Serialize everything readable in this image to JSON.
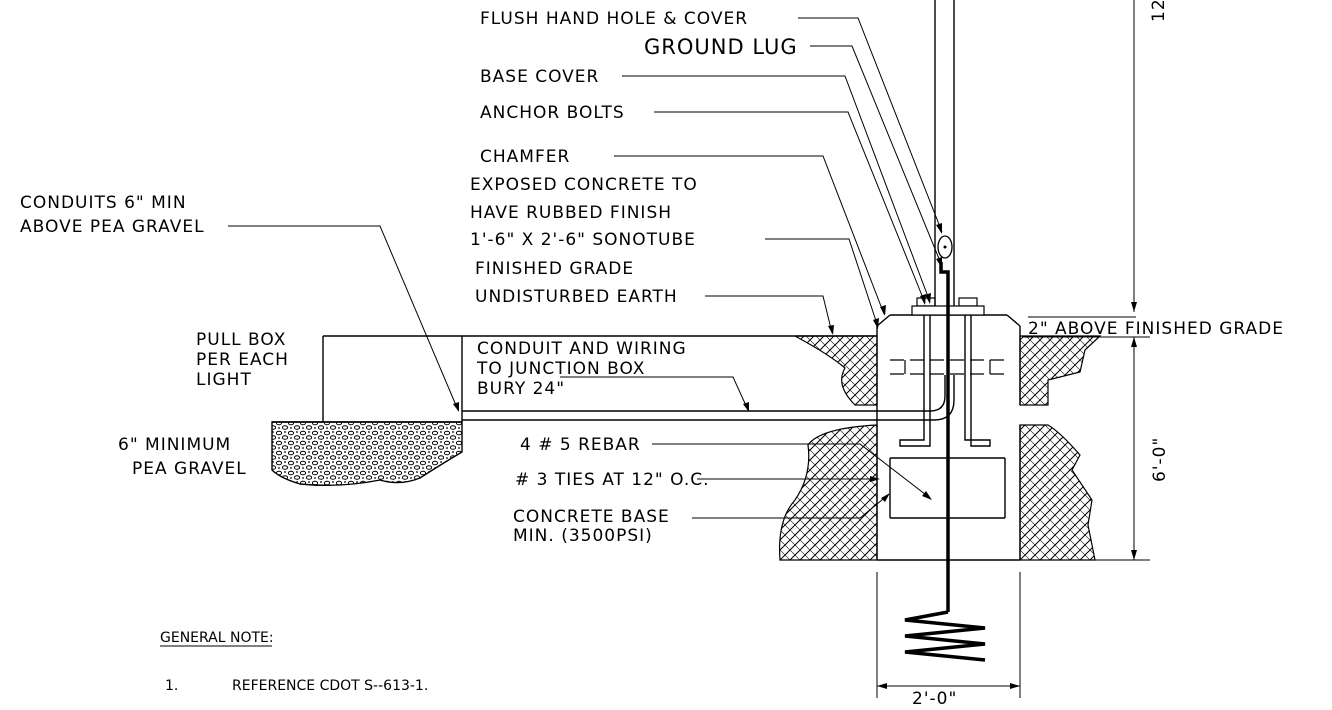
{
  "labels": {
    "flush_hand_hole": "FLUSH HAND HOLE & COVER",
    "ground_lug": "GROUND LUG",
    "base_cover": "BASE COVER",
    "anchor_bolts": "ANCHOR BOLTS",
    "chamfer": "CHAMFER",
    "exposed_concrete_1": "EXPOSED CONCRETE TO",
    "exposed_concrete_2": "HAVE RUBBED FINISH",
    "sonotube": "1'-6\" X 2'-6\" SONOTUBE",
    "finished_grade": "FINISHED GRADE",
    "undisturbed_earth": "UNDISTURBED EARTH",
    "conduits_1": "CONDUITS 6\" MIN",
    "conduits_2": "ABOVE PEA GRAVEL",
    "pull_box_1": "PULL BOX",
    "pull_box_2": "PER EACH",
    "pull_box_3": "LIGHT",
    "conduit_wiring_1": "CONDUIT AND WIRING",
    "conduit_wiring_2": "TO JUNCTION BOX",
    "conduit_wiring_3": "BURY 24\"",
    "pea_gravel_1": "6\" MINIMUM",
    "pea_gravel_2": "PEA GRAVEL",
    "rebar": "4 # 5 REBAR",
    "ties": "# 3 TIES AT 12\" O.C.",
    "concrete_base_1": "CONCRETE BASE",
    "concrete_base_2": "MIN. (3500PSI)",
    "above_grade": "2\" ABOVE FINISHED GRADE",
    "height_top": "12",
    "depth_dim": "6'-0\"",
    "width_dim": "2'-0\""
  },
  "notes": {
    "heading": "GENERAL NOTE:",
    "item_number": "1.",
    "item_text": "REFERENCE CDOT S--613-1."
  }
}
